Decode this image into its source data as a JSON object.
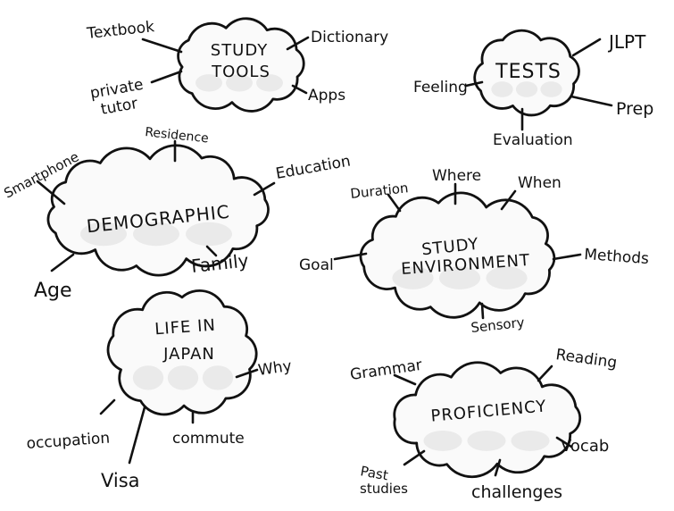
{
  "nodes": {
    "study_tools": {
      "title": [
        "STUDY",
        "TOOLS"
      ],
      "leaves": [
        "Textbook",
        "Dictionary",
        "Apps",
        "private",
        "tutor"
      ]
    },
    "tests": {
      "title": [
        "TESTS"
      ],
      "leaves": [
        "JLPT",
        "Feeling",
        "Prep",
        "Evaluation"
      ]
    },
    "demographic": {
      "title": [
        "DEMOGRAPHIC"
      ],
      "leaves": [
        "Smartphone",
        "Residence",
        "Education",
        "Family",
        "Age"
      ]
    },
    "study_environment": {
      "title": [
        "STUDY",
        "ENVIRONMENT"
      ],
      "leaves": [
        "Duration",
        "Where",
        "When",
        "Goal",
        "Methods",
        "Sensory"
      ]
    },
    "life_in_japan": {
      "title": [
        "LIFE IN",
        "JAPAN"
      ],
      "leaves": [
        "Why",
        "occupation",
        "commute",
        "Visa"
      ]
    },
    "proficiency": {
      "title": [
        "PROFICIENCY"
      ],
      "leaves": [
        "Grammar",
        "Reading",
        "Vocab",
        "Past",
        "studies",
        "challenges"
      ]
    }
  }
}
